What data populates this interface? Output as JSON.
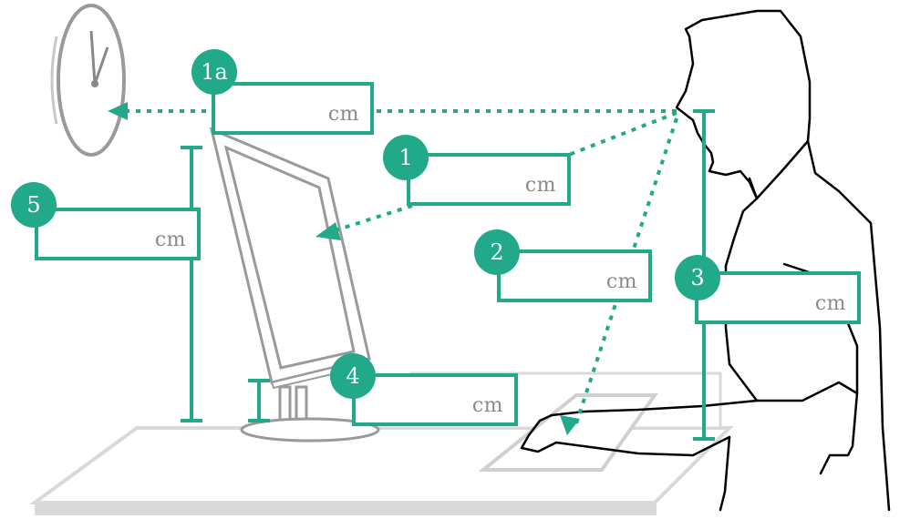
{
  "colors": {
    "accent": "#21a98a",
    "line": "#000000",
    "gray": "#9a9a9a",
    "desk": "#d9d9d9",
    "unit_text": "#8a8a8a"
  },
  "fields": [
    {
      "id": "1a",
      "badge": "1a",
      "unit": "cm"
    },
    {
      "id": "1",
      "badge": "1",
      "unit": "cm"
    },
    {
      "id": "2",
      "badge": "2",
      "unit": "cm"
    },
    {
      "id": "3",
      "badge": "3",
      "unit": "cm"
    },
    {
      "id": "4",
      "badge": "4",
      "unit": "cm"
    },
    {
      "id": "5",
      "badge": "5",
      "unit": "cm"
    }
  ],
  "illustration": {
    "icons": [
      "clock-icon",
      "monitor-icon",
      "person-icon",
      "desk-icon",
      "keyboard-icon"
    ]
  }
}
